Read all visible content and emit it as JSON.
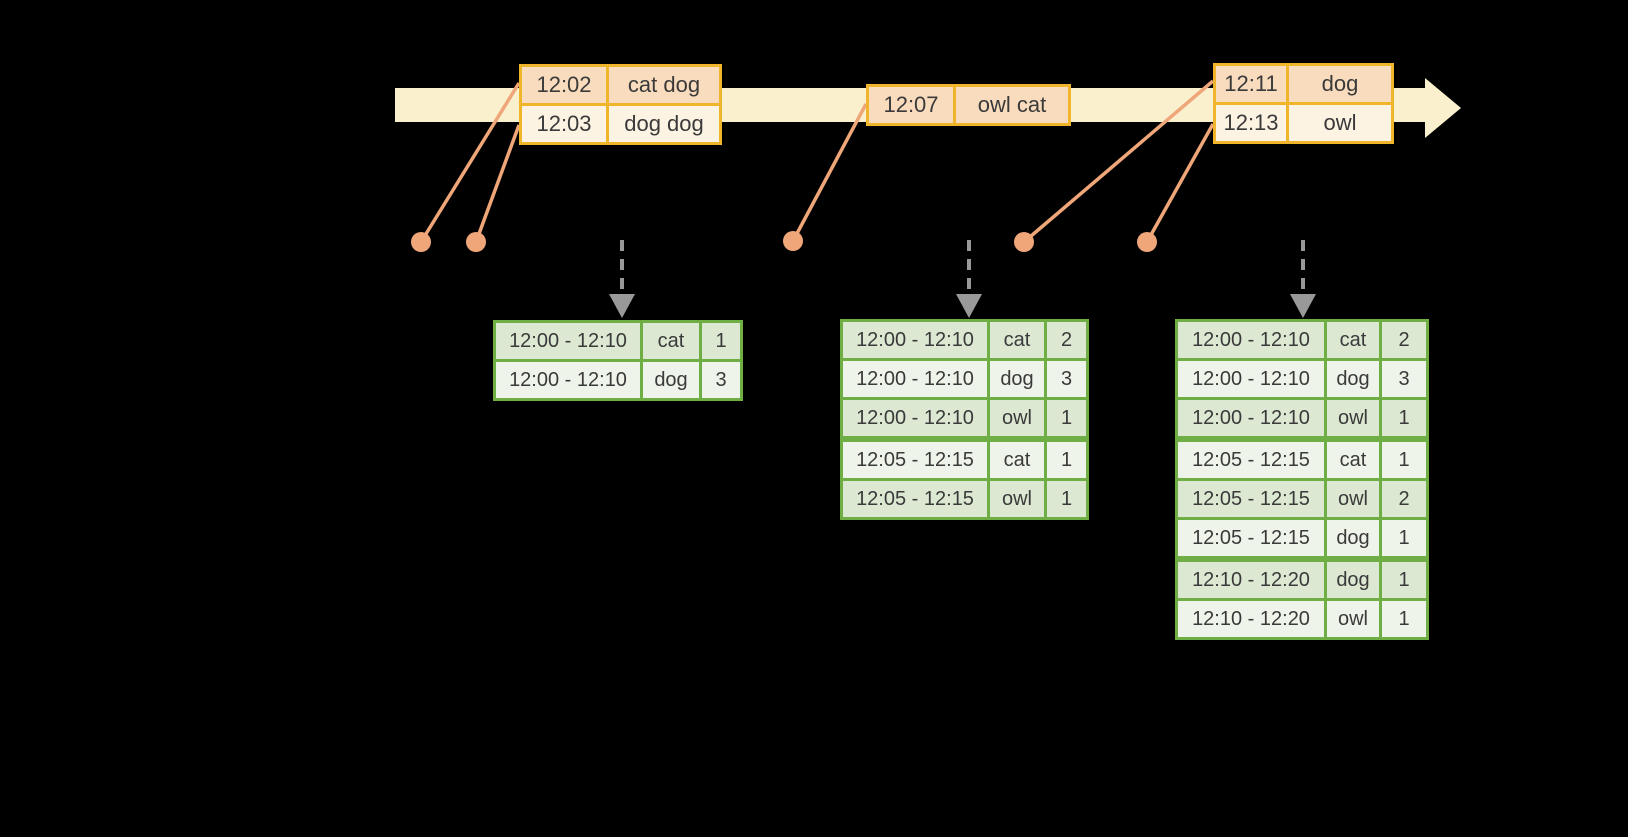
{
  "colors": {
    "background": "#000000",
    "timeline_fill": "#FAF0CE",
    "event_table_border": "#F1B52B",
    "event_row_dark": "#F9DCBE",
    "event_row_light": "#FDF3E3",
    "connector": "#EFA678",
    "trigger_arrow": "#999999",
    "result_table_border": "#6FAD45",
    "result_row_dark": "#DCE8D2",
    "result_row_light": "#EFF4EA",
    "text": "#3A3A3A"
  },
  "event_tables": [
    {
      "rows": [
        {
          "time": "12:02",
          "words": "cat dog"
        },
        {
          "time": "12:03",
          "words": "dog dog"
        }
      ]
    },
    {
      "rows": [
        {
          "time": "12:07",
          "words": "owl cat"
        }
      ]
    },
    {
      "rows": [
        {
          "time": "12:11",
          "words": "dog"
        },
        {
          "time": "12:13",
          "words": "owl"
        }
      ]
    }
  ],
  "result_tables": [
    {
      "rows": [
        {
          "window": "12:00 - 12:10",
          "word": "cat",
          "count": "1"
        },
        {
          "window": "12:00 - 12:10",
          "word": "dog",
          "count": "3"
        }
      ]
    },
    {
      "rows": [
        {
          "window": "12:00 - 12:10",
          "word": "cat",
          "count": "2"
        },
        {
          "window": "12:00 - 12:10",
          "word": "dog",
          "count": "3"
        },
        {
          "window": "12:00 - 12:10",
          "word": "owl",
          "count": "1"
        },
        {
          "window": "12:05 - 12:15",
          "word": "cat",
          "count": "1"
        },
        {
          "window": "12:05 - 12:15",
          "word": "owl",
          "count": "1"
        }
      ]
    },
    {
      "rows": [
        {
          "window": "12:00 - 12:10",
          "word": "cat",
          "count": "2"
        },
        {
          "window": "12:00 - 12:10",
          "word": "dog",
          "count": "3"
        },
        {
          "window": "12:00 - 12:10",
          "word": "owl",
          "count": "1"
        },
        {
          "window": "12:05 - 12:15",
          "word": "cat",
          "count": "1"
        },
        {
          "window": "12:05 - 12:15",
          "word": "owl",
          "count": "2"
        },
        {
          "window": "12:05 - 12:15",
          "word": "dog",
          "count": "1"
        },
        {
          "window": "12:10 - 12:20",
          "word": "dog",
          "count": "1"
        },
        {
          "window": "12:10 - 12:20",
          "word": "owl",
          "count": "1"
        }
      ]
    }
  ]
}
